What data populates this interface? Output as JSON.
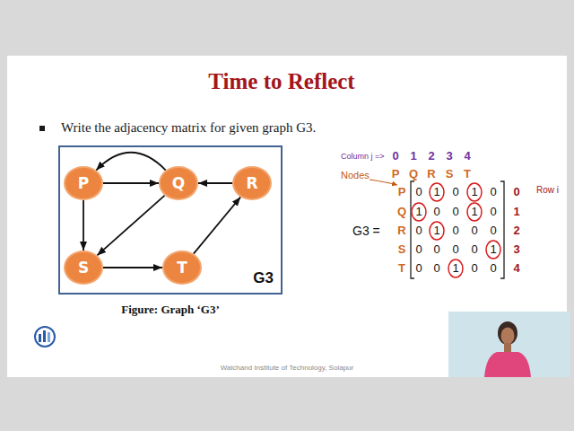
{
  "diagram": {
    "title": "Time to Reflect",
    "caption": "Figure: Graph ‘G3’",
    "nodes": [
      {
        "text": [
          "G3"
        ]
      },
      {
        "text": [
          "P"
        ],
        "in": 0
      },
      {
        "text": [
          "Q"
        ],
        "in": 0
      },
      {
        "text": [
          "R"
        ],
        "in": 0
      },
      {
        "text": [
          "S"
        ],
        "in": 0
      },
      {
        "text": [
          "T"
        ],
        "in": 0
      }
    ],
    "edges": [
      {
        "from": 1,
        "to": 2,
        "arrow": "to"
      },
      {
        "from": 2,
        "to": 1,
        "arrow": "to"
      },
      {
        "from": 3,
        "to": 2,
        "arrow": "to"
      },
      {
        "from": 1,
        "to": 4,
        "arrow": "to"
      },
      {
        "from": 2,
        "to": 4,
        "arrow": "to"
      },
      {
        "from": 4,
        "to": 5,
        "arrow": "to"
      },
      {
        "from": 5,
        "to": 3,
        "arrow": "to"
      }
    ],
    "labels": [
      "Column j =>",
      "0",
      "1",
      "2",
      "3",
      "4",
      "Nodes",
      "P",
      "Q",
      "R",
      "S",
      "T",
      "P",
      "0",
      "1",
      "0",
      "1",
      "0",
      "0",
      "Q",
      "1",
      "0",
      "0",
      "1",
      "0",
      "1",
      "R",
      "0",
      "1",
      "0",
      "0",
      "0",
      "2",
      "S",
      "0",
      "0",
      "0",
      "0",
      "1",
      "3",
      "T",
      "0",
      "0",
      "1",
      "0",
      "0",
      "4",
      "Row i",
      "G3 =",
      "Write the adjacency matrix for given graph G3.",
      "Walchand Institute of Technology, Solapur"
    ]
  }
}
